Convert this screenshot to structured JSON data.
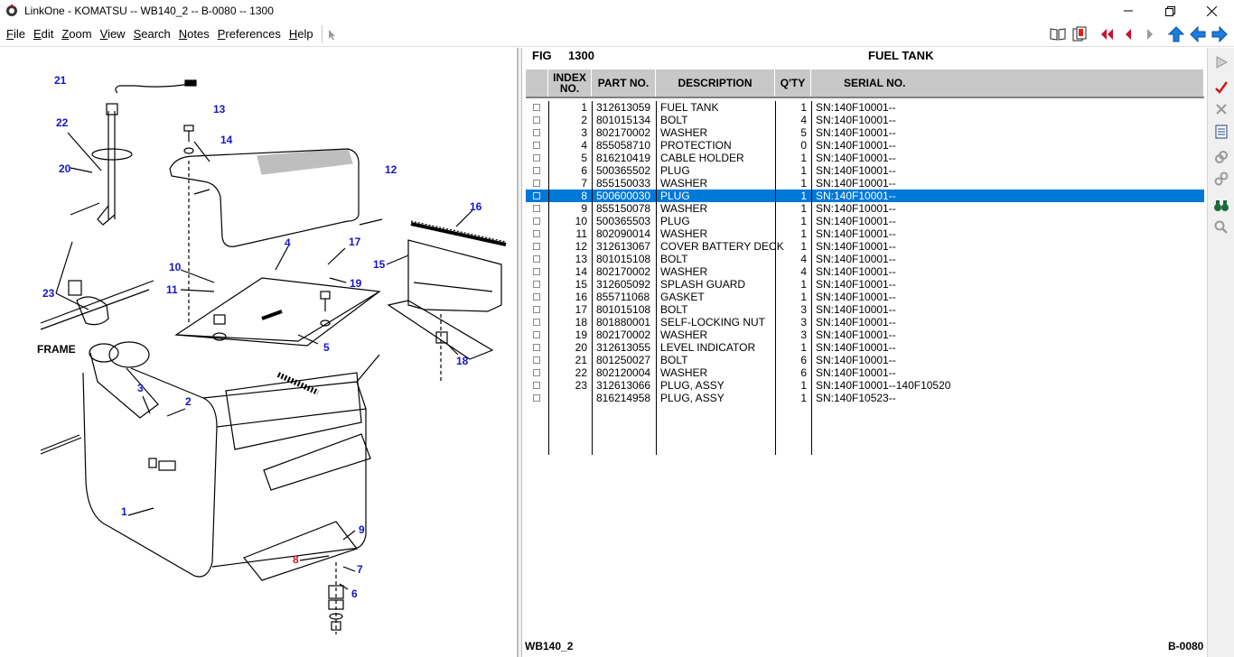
{
  "window": {
    "title": "LinkOne - KOMATSU -- WB140_2 -- B-0080 -- 1300",
    "minimize_icon": "minimize-icon",
    "maximize_icon": "maximize-icon",
    "close_icon": "close-icon"
  },
  "menu": {
    "items": [
      {
        "label": "File",
        "key": "F"
      },
      {
        "label": "Edit",
        "key": "E"
      },
      {
        "label": "Zoom",
        "key": "Z"
      },
      {
        "label": "View",
        "key": "V"
      },
      {
        "label": "Search",
        "key": "S"
      },
      {
        "label": "Notes",
        "key": "N"
      },
      {
        "label": "Preferences",
        "key": "P"
      },
      {
        "label": "Help",
        "key": "H"
      }
    ],
    "pointer_icon": "pointer-icon"
  },
  "toolbar": {
    "icons": [
      "book-icon",
      "bookmark-icon",
      "first-page-icon",
      "previous-page-icon",
      "next-page-icon",
      "up-arrow-icon",
      "back-arrow-icon",
      "forward-arrow-icon"
    ]
  },
  "illustration": {
    "frame_label": "FRAME",
    "callouts": [
      "21",
      "22",
      "20",
      "13",
      "14",
      "12",
      "16",
      "4",
      "17",
      "15",
      "10",
      "11",
      "19",
      "23",
      "5",
      "18",
      "3",
      "2",
      "1",
      "9",
      "8",
      "7",
      "6"
    ]
  },
  "figure": {
    "label": "FIG",
    "number": "1300",
    "title": "FUEL TANK"
  },
  "table": {
    "headers": {
      "index": "INDEX NO.",
      "part": "PART NO.",
      "desc": "DESCRIPTION",
      "qty": "Q'TY",
      "serial": "SERIAL NO."
    },
    "rows": [
      {
        "index": "1",
        "part": "312613059",
        "desc": "FUEL TANK",
        "qty": "1",
        "serial": "SN:140F10001--"
      },
      {
        "index": "2",
        "part": "801015134",
        "desc": "BOLT",
        "qty": "4",
        "serial": "SN:140F10001--"
      },
      {
        "index": "3",
        "part": "802170002",
        "desc": "WASHER",
        "qty": "5",
        "serial": "SN:140F10001--"
      },
      {
        "index": "4",
        "part": "855058710",
        "desc": "PROTECTION",
        "qty": "0",
        "serial": "SN:140F10001--"
      },
      {
        "index": "5",
        "part": "816210419",
        "desc": "CABLE HOLDER",
        "qty": "1",
        "serial": "SN:140F10001--"
      },
      {
        "index": "6",
        "part": "500365502",
        "desc": "PLUG",
        "qty": "1",
        "serial": "SN:140F10001--"
      },
      {
        "index": "7",
        "part": "855150033",
        "desc": "WASHER",
        "qty": "1",
        "serial": "SN:140F10001--"
      },
      {
        "index": "8",
        "part": "500600030",
        "desc": "PLUG",
        "qty": "1",
        "serial": "SN:140F10001--",
        "selected": true
      },
      {
        "index": "9",
        "part": "855150078",
        "desc": "WASHER",
        "qty": "1",
        "serial": "SN:140F10001--"
      },
      {
        "index": "10",
        "part": "500365503",
        "desc": "PLUG",
        "qty": "1",
        "serial": "SN:140F10001--"
      },
      {
        "index": "11",
        "part": "802090014",
        "desc": "WASHER",
        "qty": "1",
        "serial": "SN:140F10001--"
      },
      {
        "index": "12",
        "part": "312613067",
        "desc": "COVER BATTERY DECK",
        "qty": "1",
        "serial": "SN:140F10001--"
      },
      {
        "index": "13",
        "part": "801015108",
        "desc": "BOLT",
        "qty": "4",
        "serial": "SN:140F10001--"
      },
      {
        "index": "14",
        "part": "802170002",
        "desc": "WASHER",
        "qty": "4",
        "serial": "SN:140F10001--"
      },
      {
        "index": "15",
        "part": "312605092",
        "desc": "SPLASH GUARD",
        "qty": "1",
        "serial": "SN:140F10001--"
      },
      {
        "index": "16",
        "part": "855711068",
        "desc": "GASKET",
        "qty": "1",
        "serial": "SN:140F10001--"
      },
      {
        "index": "17",
        "part": "801015108",
        "desc": "BOLT",
        "qty": "3",
        "serial": "SN:140F10001--"
      },
      {
        "index": "18",
        "part": "801880001",
        "desc": "SELF-LOCKING NUT",
        "qty": "3",
        "serial": "SN:140F10001--"
      },
      {
        "index": "19",
        "part": "802170002",
        "desc": "WASHER",
        "qty": "3",
        "serial": "SN:140F10001--"
      },
      {
        "index": "20",
        "part": "312613055",
        "desc": "LEVEL INDICATOR",
        "qty": "1",
        "serial": "SN:140F10001--"
      },
      {
        "index": "21",
        "part": "801250027",
        "desc": "BOLT",
        "qty": "6",
        "serial": "SN:140F10001--"
      },
      {
        "index": "22",
        "part": "802120004",
        "desc": "WASHER",
        "qty": "6",
        "serial": "SN:140F10001--"
      },
      {
        "index": "23",
        "part": "312613066",
        "desc": "PLUG, ASSY",
        "qty": "1",
        "serial": "SN:140F10001--140F10520"
      },
      {
        "index": "",
        "part": "816214958",
        "desc": "PLUG, ASSY",
        "qty": "1",
        "serial": "SN:140F10523--"
      }
    ]
  },
  "status": {
    "left": "WB140_2",
    "right": "B-0080"
  },
  "side_toolbar": {
    "icons": [
      "play-icon",
      "checkmark-icon",
      "cross-icon",
      "list-icon",
      "link-icon",
      "unlink-icon",
      "binoculars-icon",
      "zoom-icon"
    ]
  },
  "colors": {
    "selection": "#0078d7",
    "callout": "#1515c8",
    "callout_highlight": "#c8102e",
    "header_bg": "#c8c8c8"
  }
}
